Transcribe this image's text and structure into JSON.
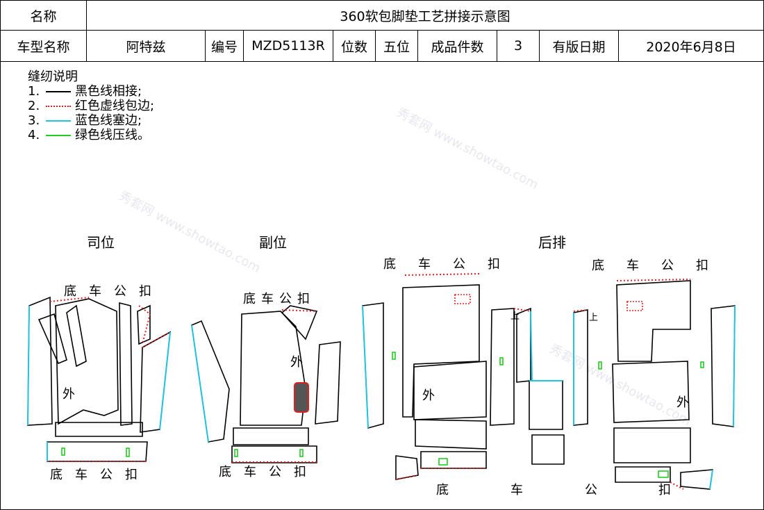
{
  "header": {
    "name_label": "名称",
    "title": "360软包脚垫工艺拼接示意图",
    "car_model_label": "车型名称",
    "car_model": "阿特兹",
    "code_label": "编号",
    "code": "MZD5113R",
    "seats_label": "位数",
    "seats": "五位",
    "pieces_label": "成品件数",
    "pieces": "3",
    "date_label": "有版日期",
    "date": "2020年6月8日"
  },
  "legend": {
    "title": "缝纫说明",
    "items": [
      {
        "num": "1.",
        "text": "黑色线相接;",
        "color": "#000000",
        "style": "solid"
      },
      {
        "num": "2.",
        "text": "红色虚线包边;",
        "color": "#e02020",
        "style": "dotted"
      },
      {
        "num": "3.",
        "text": "蓝色线塞边;",
        "color": "#22c4e0",
        "style": "solid"
      },
      {
        "num": "4.",
        "text": "绿色线压线。",
        "color": "#22cc22",
        "style": "solid"
      }
    ]
  },
  "sections": {
    "driver": "司位",
    "passenger": "副位",
    "rear": "后排"
  },
  "labels": {
    "chassis_buckle": "底车公扣",
    "outer": "外",
    "up": "上",
    "bottom_di": "底",
    "bottom_che": "车",
    "bottom_gong": "公",
    "bottom_kou": "扣"
  },
  "watermark": {
    "brand": "秀套网",
    "url": "www.showtao.com"
  }
}
